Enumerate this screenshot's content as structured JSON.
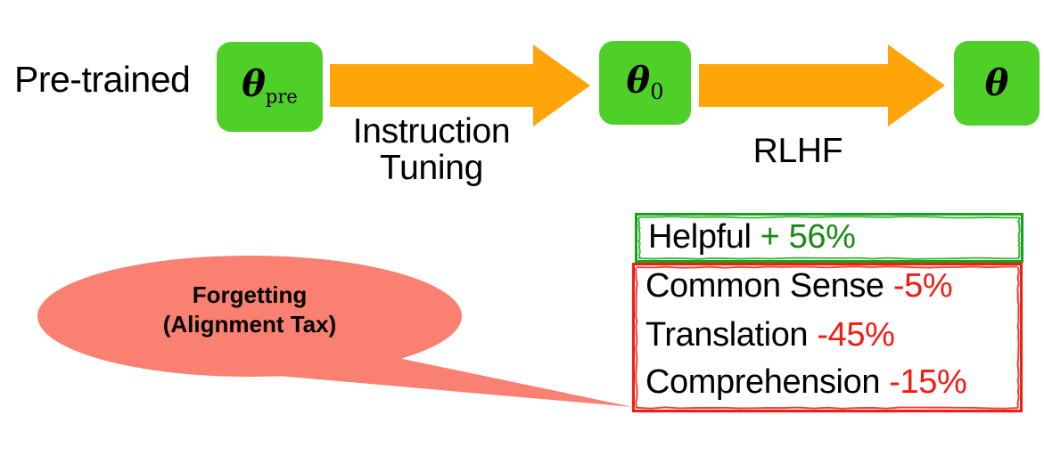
{
  "diagram": {
    "title_text": "Pre-trained",
    "pipeline": {
      "stages": [
        {
          "box_label": "θ",
          "box_sub": "pre",
          "name": "theta-pre"
        },
        {
          "box_label": "θ",
          "box_sub": "0",
          "name": "theta-zero"
        },
        {
          "box_label": "θ",
          "box_sub": "",
          "name": "theta-final"
        }
      ],
      "transitions": [
        {
          "label_line1": "Instruction",
          "label_line2": "Tuning",
          "arrow": "right-arrow-icon"
        },
        {
          "label_line1": "RLHF",
          "label_line2": "",
          "arrow": "right-arrow-icon"
        }
      ]
    },
    "callout": {
      "line1": "Forgetting",
      "line2": "(Alignment Tax)",
      "shape": "speech-bubble"
    },
    "metrics": {
      "positive_box": {
        "rows": [
          {
            "label": "Helpful",
            "value": "+ 56%"
          }
        ]
      },
      "negative_box": {
        "rows": [
          {
            "label": "Common Sense",
            "value": "-5%"
          },
          {
            "label": "Translation",
            "value": "-45%"
          },
          {
            "label": "Comprehension",
            "value": "-15%"
          }
        ]
      }
    },
    "colors": {
      "box_green": "#4fd028",
      "arrow_orange": "#ffa50a",
      "bubble_red": "#fa8072",
      "positive_border": "#17a317",
      "positive_text": "#1a8a12",
      "negative_border": "#f31b12",
      "negative_text": "#f01b11",
      "text_black": "#000000",
      "background": "#ffffff"
    }
  }
}
